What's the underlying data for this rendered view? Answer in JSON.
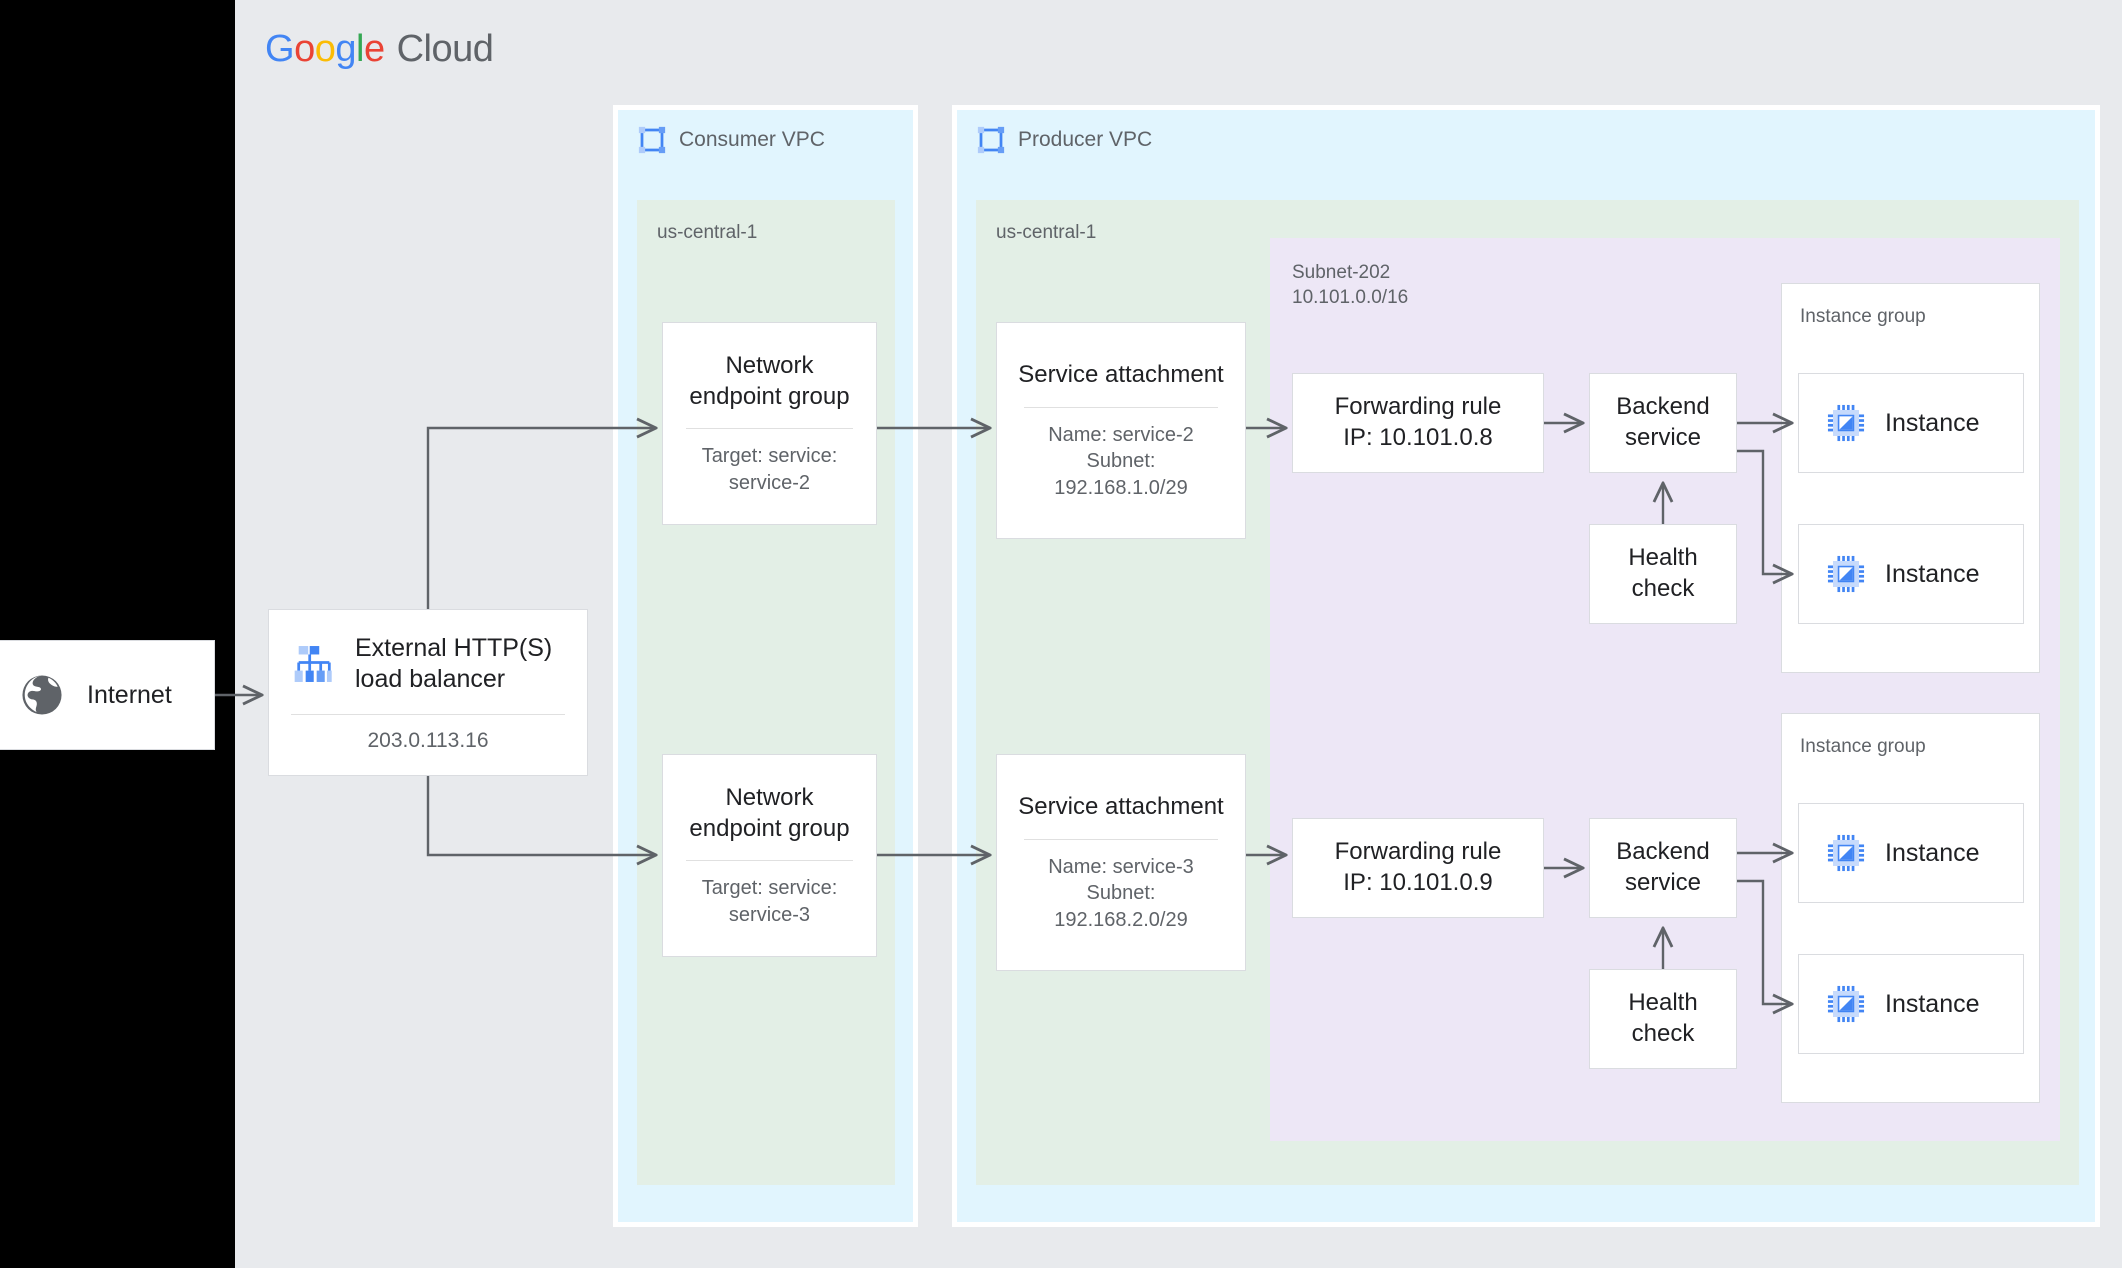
{
  "brand": {
    "google": [
      "G",
      "o",
      "o",
      "g",
      "l",
      "e"
    ],
    "cloud": "Cloud"
  },
  "internet": {
    "label": "Internet",
    "icon": "globe-icon"
  },
  "load_balancer": {
    "title": "External HTTP(S)\nload balancer",
    "ip": "203.0.113.16",
    "icon": "load-balancer-icon"
  },
  "consumer_vpc": {
    "label": "Consumer VPC",
    "icon": "vpc-icon",
    "region": "us-central-1",
    "negs": [
      {
        "title": "Network\nendpoint group",
        "sub": "Target: service:\nservice-2"
      },
      {
        "title": "Network\nendpoint group",
        "sub": "Target: service:\nservice-3"
      }
    ]
  },
  "producer_vpc": {
    "label": "Producer VPC",
    "icon": "vpc-icon",
    "region": "us-central-1",
    "service_attachments": [
      {
        "title": "Service attachment",
        "sub": "Name: service-2\nSubnet:\n192.168.1.0/29"
      },
      {
        "title": "Service attachment",
        "sub": "Name: service-3\nSubnet:\n192.168.2.0/29"
      }
    ],
    "subnet": {
      "label": "Subnet-202\n10.101.0.0/16",
      "stacks": [
        {
          "forwarding_rule": "Forwarding rule\nIP: 10.101.0.8",
          "backend_service": "Backend\nservice",
          "health_check": "Health\ncheck",
          "instance_group": {
            "label": "Instance group",
            "instances": [
              {
                "label": "Instance",
                "icon": "vm-instance-icon"
              },
              {
                "label": "Instance",
                "icon": "vm-instance-icon"
              }
            ]
          }
        },
        {
          "forwarding_rule": "Forwarding rule\nIP: 10.101.0.9",
          "backend_service": "Backend\nservice",
          "health_check": "Health\ncheck",
          "instance_group": {
            "label": "Instance group",
            "instances": [
              {
                "label": "Instance",
                "icon": "vm-instance-icon"
              },
              {
                "label": "Instance",
                "icon": "vm-instance-icon"
              }
            ]
          }
        }
      ]
    }
  },
  "colors": {
    "page_background": "#e8eaed",
    "vpc_fill": "#e1f5fe",
    "region_fill": "#e3efe6",
    "subnet_fill": "#ede7f6",
    "card_border": "#dadce0",
    "connector": "#5f6368",
    "text_primary": "#202124",
    "text_secondary": "#5f6368",
    "accent_blue": "#4285f4",
    "icon_blue": "#669df6"
  }
}
